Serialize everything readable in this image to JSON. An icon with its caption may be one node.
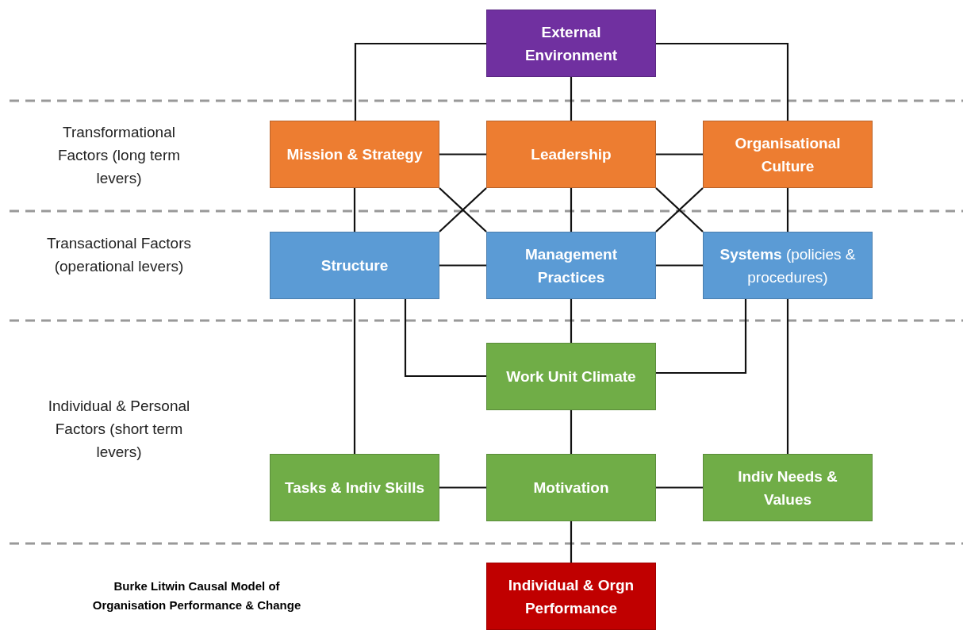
{
  "diagram": {
    "caption": "Burke Litwin Causal Model of Organisation Performance & Change",
    "nodes": [
      {
        "text": [
          "External Environment"
        ]
      },
      {
        "text": [
          "Mission & Strategy"
        ]
      },
      {
        "text": [
          "Leadership"
        ]
      },
      {
        "text": [
          "Organisational Culture"
        ]
      },
      {
        "text": [
          "Structure"
        ]
      },
      {
        "text": [
          "Management Practices"
        ]
      },
      {
        "text": [
          "**Systems** (policies & procedures)"
        ]
      },
      {
        "text": [
          "Work Unit Climate"
        ]
      },
      {
        "text": [
          "Tasks & Indiv Skills"
        ]
      },
      {
        "text": [
          "Motivation"
        ]
      },
      {
        "text": [
          "Indiv Needs & Values"
        ]
      },
      {
        "text": [
          "Individual & Orgn Performance"
        ]
      }
    ],
    "edges": [
      {
        "from": 0,
        "to": 1,
        "arrow": "none"
      },
      {
        "from": 0,
        "to": 2,
        "arrow": "none"
      },
      {
        "from": 0,
        "to": 3,
        "arrow": "none"
      },
      {
        "from": 1,
        "to": 2,
        "arrow": "none"
      },
      {
        "from": 2,
        "to": 3,
        "arrow": "none"
      },
      {
        "from": 1,
        "to": 4,
        "arrow": "none"
      },
      {
        "from": 1,
        "to": 5,
        "arrow": "none"
      },
      {
        "from": 2,
        "to": 4,
        "arrow": "none"
      },
      {
        "from": 2,
        "to": 5,
        "arrow": "none"
      },
      {
        "from": 2,
        "to": 6,
        "arrow": "none"
      },
      {
        "from": 3,
        "to": 5,
        "arrow": "none"
      },
      {
        "from": 3,
        "to": 6,
        "arrow": "none"
      },
      {
        "from": 4,
        "to": 5,
        "arrow": "none"
      },
      {
        "from": 5,
        "to": 6,
        "arrow": "none"
      },
      {
        "from": 4,
        "to": 7,
        "arrow": "none"
      },
      {
        "from": 5,
        "to": 7,
        "arrow": "none"
      },
      {
        "from": 6,
        "to": 7,
        "arrow": "none"
      },
      {
        "from": 4,
        "to": 8,
        "arrow": "none"
      },
      {
        "from": 6,
        "to": 10,
        "arrow": "none"
      },
      {
        "from": 7,
        "to": 9,
        "arrow": "none"
      },
      {
        "from": 8,
        "to": 9,
        "arrow": "none"
      },
      {
        "from": 9,
        "to": 10,
        "arrow": "none"
      },
      {
        "from": 9,
        "to": 11,
        "arrow": "none"
      }
    ],
    "labels": [
      "Transformational Factors (long term levers)",
      "Transactional Factors (operational levers)",
      "Individual & Personal Factors (short term levers)"
    ]
  }
}
